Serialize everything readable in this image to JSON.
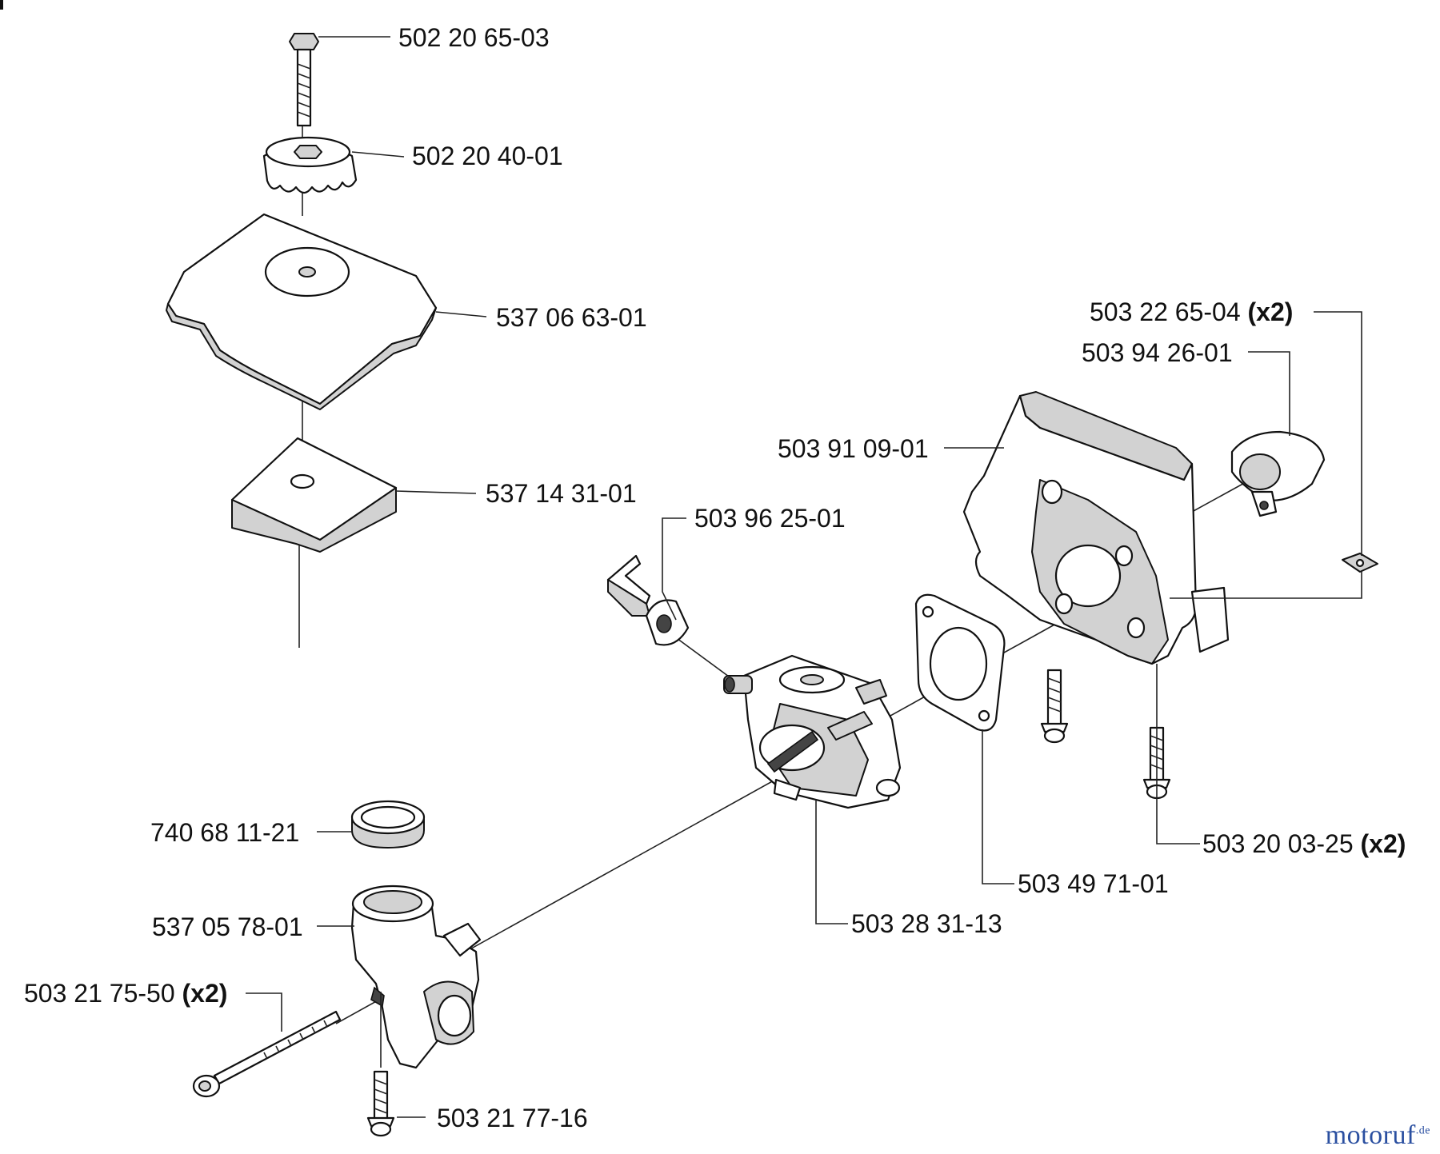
{
  "parts": {
    "bolt_top": {
      "number": "502 20 65-03",
      "qty": ""
    },
    "nut_knob": {
      "number": "502 20 40-01",
      "qty": ""
    },
    "air_filter_cover": {
      "number": "537 06 63-01",
      "qty": ""
    },
    "air_filter": {
      "number": "537 14 31-01",
      "qty": ""
    },
    "clip": {
      "number": "503 96 25-01",
      "qty": ""
    },
    "intake_housing": {
      "number": "503 91 09-01",
      "qty": ""
    },
    "screw_small": {
      "number": "503 22 65-04",
      "qty": "(x2)"
    },
    "bushing": {
      "number": "503 94 26-01",
      "qty": ""
    },
    "housing_screw": {
      "number": "503 20 03-25",
      "qty": "(x2)"
    },
    "gasket": {
      "number": "503 49 71-01",
      "qty": ""
    },
    "carburetor": {
      "number": "503 28 31-13",
      "qty": ""
    },
    "seal_ring": {
      "number": "740 68 11-21",
      "qty": ""
    },
    "intake_manifold": {
      "number": "537 05 78-01",
      "qty": ""
    },
    "long_screw": {
      "number": "503 21 75-50",
      "qty": "(x2)"
    },
    "bottom_screw": {
      "number": "503 21 77-16",
      "qty": ""
    }
  },
  "watermark": {
    "main": "motoruf",
    "suffix": ".de"
  }
}
